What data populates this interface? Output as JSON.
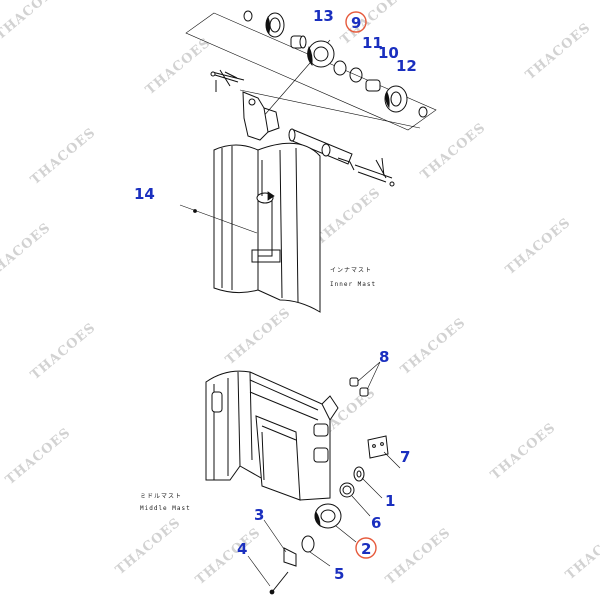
{
  "watermark": "THACOES",
  "captions": {
    "inner_mast_jp": "インナマスト",
    "inner_mast_en": "Inner Mast",
    "middle_mast_jp": "ミドルマスト",
    "middle_mast_en": "Middle Mast"
  },
  "callouts": [
    {
      "id": "13",
      "label": "13",
      "circled": false
    },
    {
      "id": "9",
      "label": "9",
      "circled": true
    },
    {
      "id": "11",
      "label": "11",
      "circled": false
    },
    {
      "id": "10",
      "label": "10",
      "circled": false
    },
    {
      "id": "12",
      "label": "12",
      "circled": false
    },
    {
      "id": "14",
      "label": "14",
      "circled": false
    },
    {
      "id": "8",
      "label": "8",
      "circled": false
    },
    {
      "id": "7",
      "label": "7",
      "circled": false
    },
    {
      "id": "1",
      "label": "1",
      "circled": false
    },
    {
      "id": "6",
      "label": "6",
      "circled": false
    },
    {
      "id": "3",
      "label": "3",
      "circled": false
    },
    {
      "id": "2",
      "label": "2",
      "circled": true
    },
    {
      "id": "4",
      "label": "4",
      "circled": false
    },
    {
      "id": "5",
      "label": "5",
      "circled": false
    }
  ]
}
